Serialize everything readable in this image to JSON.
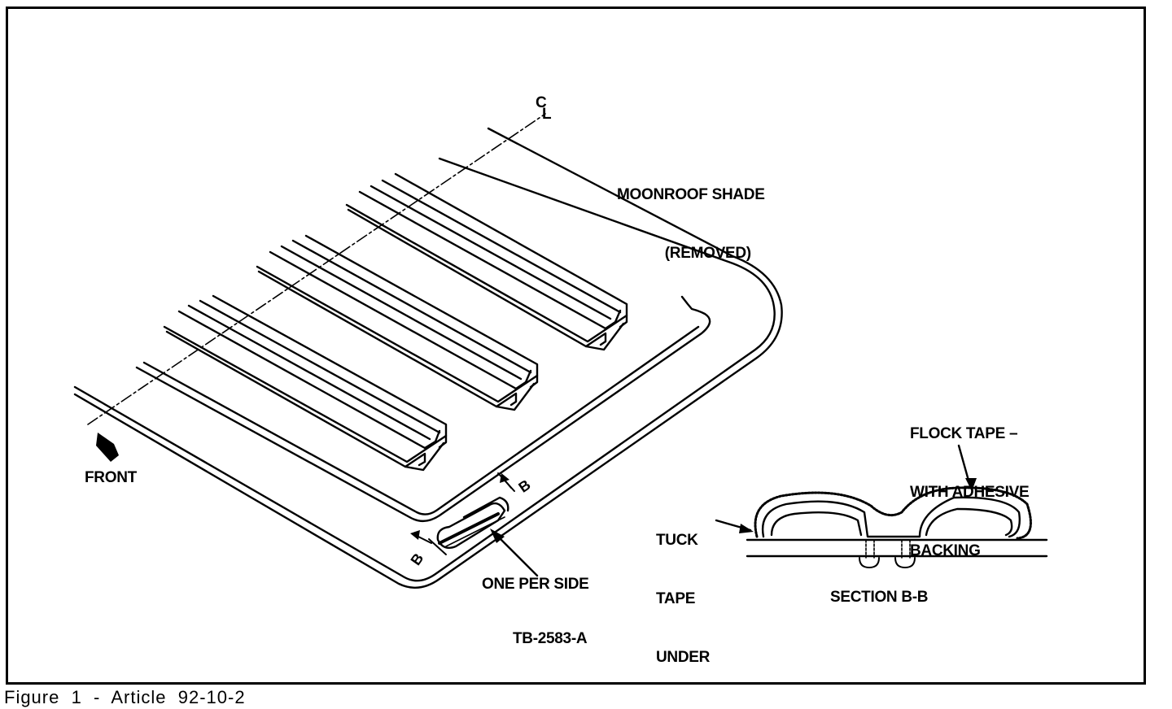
{
  "labels": {
    "centerline_c": "C",
    "centerline_l": "L",
    "shade_line1": "MOONROOF SHADE",
    "shade_line2": "(REMOVED)",
    "front": "FRONT",
    "section_marker_upper": "B",
    "section_marker_lower": "B",
    "one_per_side": "ONE PER SIDE",
    "tuck_line1": "TUCK",
    "tuck_line2": "TAPE",
    "tuck_line3": "UNDER",
    "flock_line1": "FLOCK TAPE –",
    "flock_line2": "WITH ADHESIVE",
    "flock_line3": "BACKING",
    "section_title": "SECTION B-B",
    "figure_code": "TB-2583-A"
  },
  "caption": "Figure  1  -  Article  92-10-2"
}
